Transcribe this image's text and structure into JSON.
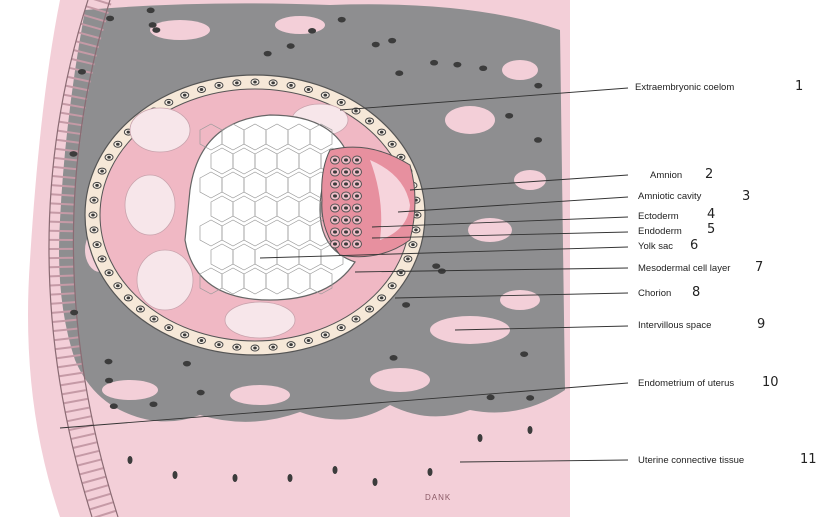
{
  "labels": [
    {
      "text": "Extraembryonic coelom",
      "number": "1"
    },
    {
      "text": "Amnion",
      "number": "2"
    },
    {
      "text": "Amniotic cavity",
      "number": "3"
    },
    {
      "text": "Ectoderm",
      "number": "4"
    },
    {
      "text": "Endoderm",
      "number": "5"
    },
    {
      "text": "Yolk sac",
      "number": "6"
    },
    {
      "text": "Mesodermal cell layer",
      "number": "7"
    },
    {
      "text": "Chorion",
      "number": "8"
    },
    {
      "text": "Intervillous space",
      "number": "9"
    },
    {
      "text": "Endometrium of uterus",
      "number": "10"
    },
    {
      "text": "Uterine connective tissue",
      "number": "11"
    }
  ],
  "signature": "DANK",
  "colors": {
    "pink": "#f4c9d3",
    "pink_dark": "#e9a7b7",
    "villi_gray": "#8d8d8f",
    "cell_nucleus": "#3c3c3c",
    "yolk_fill": "#ffffff",
    "yolk_lines": "#8a8a8a"
  }
}
